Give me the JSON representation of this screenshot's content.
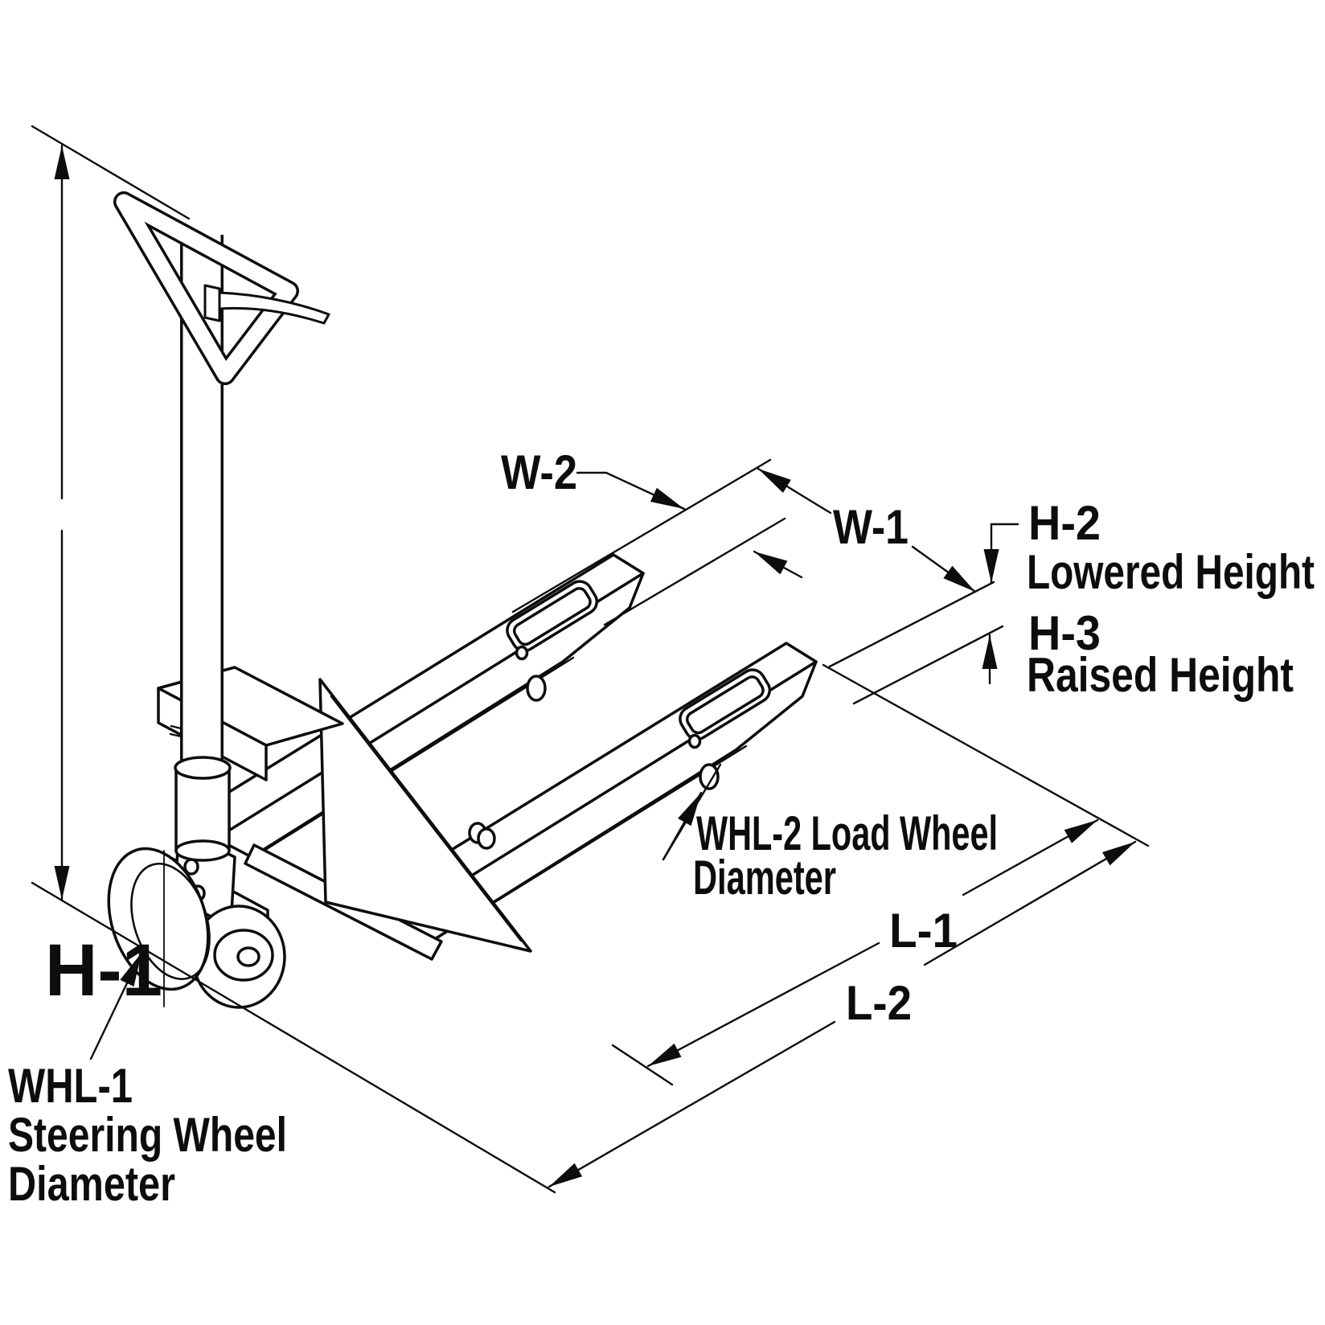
{
  "diagram": {
    "title": "Pallet jack dimensional diagram",
    "type": "technical-line-drawing",
    "subject": "hand pallet truck shown in isometric view with dimension callout lines",
    "background_color": "#ffffff",
    "line_color": "#0d0d0d",
    "labels": {
      "h1": "H-1",
      "w2": "W-2",
      "w1": "W-1",
      "h2": "H-2",
      "h2_desc": "Lowered Height",
      "h3": "H-3",
      "h3_desc": "Raised Height",
      "whl2_line1": "WHL-2 Load Wheel",
      "whl2_line2": "Diameter",
      "l1": "L-1",
      "l2": "L-2",
      "whl1_line1": "WHL-1",
      "whl1_line2": "Steering Wheel",
      "whl1_line3": "Diameter"
    },
    "callouts": [
      {
        "code": "H-1",
        "meaning": "overall handle height"
      },
      {
        "code": "H-2",
        "meaning": "Lowered Height"
      },
      {
        "code": "H-3",
        "meaning": "Raised Height"
      },
      {
        "code": "W-1",
        "meaning": "overall width"
      },
      {
        "code": "W-2",
        "meaning": "single fork width"
      },
      {
        "code": "L-1",
        "meaning": "fork length"
      },
      {
        "code": "L-2",
        "meaning": "overall length"
      },
      {
        "code": "WHL-1",
        "meaning": "Steering Wheel Diameter"
      },
      {
        "code": "WHL-2",
        "meaning": "Load Wheel Diameter"
      }
    ]
  }
}
